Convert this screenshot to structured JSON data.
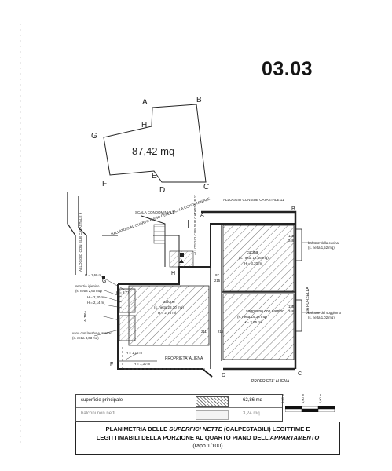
{
  "page_number": "03.03",
  "schematic": {
    "area": "87,42 mq",
    "vertices": [
      "A",
      "B",
      "C",
      "D",
      "E",
      "F",
      "G",
      "H"
    ]
  },
  "plan_labels": {
    "alloggio_top": "ALLOGGIO CON SUB CATASTALE 11",
    "alloggio_left": "ALLOGGIO CON SUB CATASTALE 9",
    "alloggio_mid": "ALLOGGIO CON SUB CATASTALE 11",
    "scala": "SCALA CONDOMINIALE",
    "ballatoio": "BALLATOIO AL QUARTO PIANO DELLA SCALA CONDOMINIALE",
    "cucina": "cucina",
    "cucina_area": "(s. netta 12,46 mq)",
    "cucina_h": "H = 3,20 ml",
    "salone": "salone",
    "salone_area": "(s. netta 28,20 mq)",
    "salone_h": "H = 2,78 ml",
    "soggiorno": "soggiorno con camino",
    "soggiorno_area": "(s. netta 19,38 mq)",
    "soggiorno_h": "H = 2,95 ml",
    "servizio": "servizio igienico",
    "servizio_area": "(s. netta 2,60 mq)",
    "vano": "vano con lavabo e lavatoio",
    "vano_area": "(s. netta 3,03 mq)",
    "balcone_cucina": "balcone della cucina",
    "balcone_cucina_area": "(s. netta 1,52 mq)",
    "balcone_soggiorno": "balcone del soggiorno",
    "balcone_soggiorno_area": "(s. netta 1,02 mq)",
    "via": "VIA FURZELLA",
    "proprieta1": "PROPRIETA' ALIENA",
    "proprieta2": "PROPRIETA' ALIENA",
    "altra": "ALTRA",
    "h1": "H = 1,69 m",
    "h2": "H = 2,20 m",
    "h3": "H = 2,14 m",
    "h4": "H = 1,16 m",
    "h5": "H = 1,30 m",
    "hb": "H = 2,77",
    "d125a": "125",
    "d246a": "246",
    "d125b": "125",
    "d246b": "246",
    "d97": "97",
    "d215a": "215",
    "d215b": "215",
    "d211": "211"
  },
  "legend": {
    "row1_label": "superficie principale",
    "row1_value": "62,86 mq",
    "row2_label": "balconi non netti",
    "row2_value": "3,24 mq"
  },
  "caption": {
    "line1_a": "PLANIMETRIA DELLE ",
    "line1_b": "SUPERFICI NETTE",
    "line1_c": " (CALPESTABILI) LEGITTIME E",
    "line2_a": "LEGITTIMABILI DELLA PORZIONE AL QUARTO PIANO DELL'",
    "line2_b": "APPARTAMENTO",
    "line3": "(rapp.1/100)"
  },
  "scale": {
    "labels": [
      "0,00 m",
      "1,00 m",
      "2,00 m"
    ]
  }
}
